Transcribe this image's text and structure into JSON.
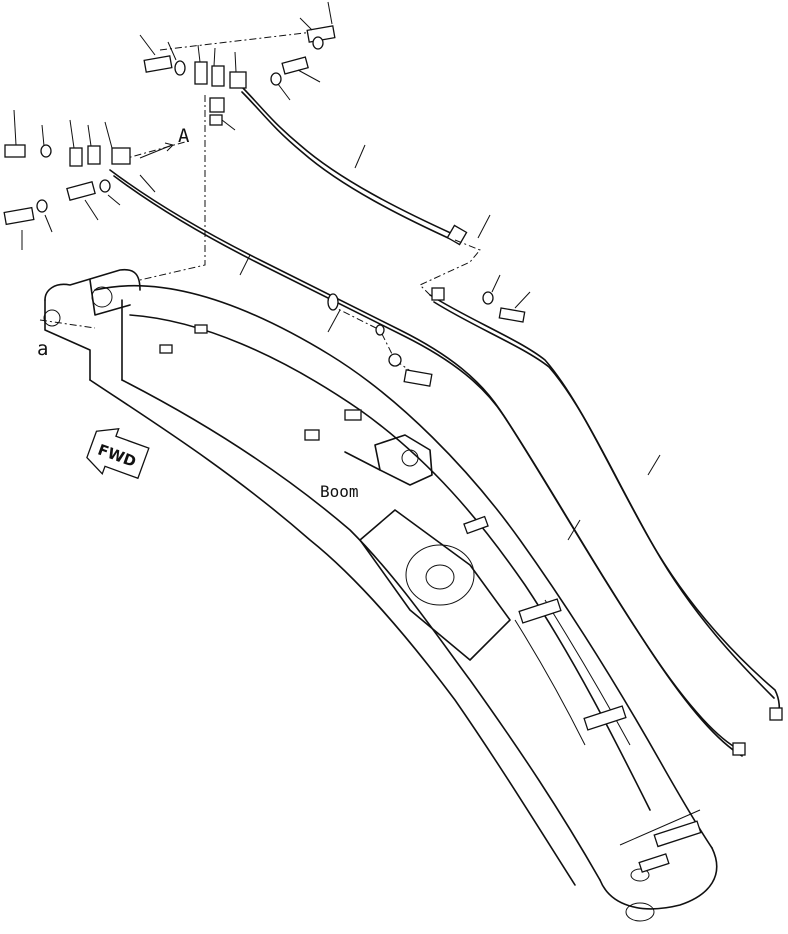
{
  "labels": {
    "boom": "Boom",
    "fwd": "FWD",
    "ref_a_upper": "A",
    "ref_a_lower": "a"
  },
  "colors": {
    "ink": "#111111",
    "paper": "#ffffff"
  }
}
